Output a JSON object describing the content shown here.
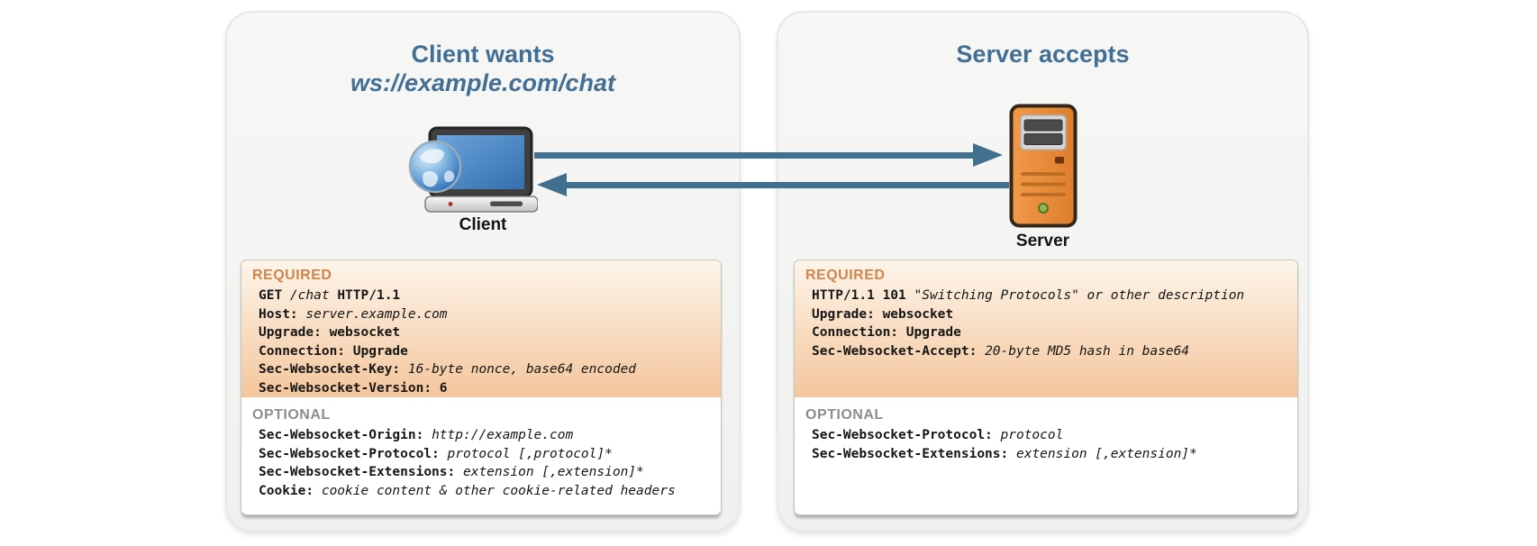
{
  "client_panel": {
    "title_line1": "Client wants",
    "title_line2": "ws://example.com/chat",
    "icon_label": "Client",
    "headers_box": {
      "required_label": "REQUIRED",
      "required_lines": [
        [
          [
            "GET ",
            "b"
          ],
          [
            "/chat ",
            "i"
          ],
          [
            "HTTP/1.1",
            "b"
          ]
        ],
        [
          [
            "Host: ",
            "b"
          ],
          [
            "server.example.com",
            "i"
          ]
        ],
        [
          [
            "Upgrade: websocket",
            "b"
          ]
        ],
        [
          [
            "Connection: Upgrade",
            "b"
          ]
        ],
        [
          [
            "Sec-Websocket-Key: ",
            "b"
          ],
          [
            "16-byte nonce, base64 encoded",
            "i"
          ]
        ],
        [
          [
            "Sec-Websocket-Version: 6",
            "b"
          ]
        ]
      ],
      "optional_label": "OPTIONAL",
      "optional_lines": [
        [
          [
            "Sec-Websocket-Origin: ",
            "b"
          ],
          [
            "http://example.com",
            "i"
          ]
        ],
        [
          [
            "Sec-Websocket-Protocol: ",
            "b"
          ],
          [
            "protocol [,protocol]*",
            "i"
          ]
        ],
        [
          [
            "Sec-Websocket-Extensions: ",
            "b"
          ],
          [
            "extension [,extension]*",
            "i"
          ]
        ],
        [
          [
            "Cookie: ",
            "b"
          ],
          [
            "cookie content & other cookie-related headers",
            "i"
          ]
        ]
      ]
    }
  },
  "server_panel": {
    "title": "Server accepts",
    "icon_label": "Server",
    "headers_box": {
      "required_label": "REQUIRED",
      "required_lines": [
        [
          [
            "HTTP/1.1 101 ",
            "b"
          ],
          [
            "\"Switching Protocols\" or other description",
            "i"
          ]
        ],
        [
          [
            "Upgrade: websocket",
            "b"
          ]
        ],
        [
          [
            "Connection: Upgrade",
            "b"
          ]
        ],
        [
          [
            "Sec-Websocket-Accept: ",
            "b"
          ],
          [
            "20-byte MD5 hash in base64",
            "i"
          ]
        ]
      ],
      "optional_label": "OPTIONAL",
      "optional_lines": [
        [
          [
            "Sec-Websocket-Protocol: ",
            "b"
          ],
          [
            "protocol",
            "i"
          ]
        ],
        [
          [
            "Sec-Websocket-Extensions: ",
            "b"
          ],
          [
            "extension [,extension]*",
            "i"
          ]
        ]
      ]
    }
  },
  "arrows": {
    "request": {
      "from": "Client",
      "to": "Server"
    },
    "response": {
      "from": "Server",
      "to": "Client"
    }
  },
  "colors": {
    "title_blue": "#426f93",
    "arrow_blue": "#41708f",
    "required_orange": "#d0854e",
    "optional_gray": "#8d8d8d",
    "required_bg_top": "#fdf5ea",
    "required_bg_bottom": "#f4c69c",
    "server_body_orange": "#e68b38",
    "client_screen_blue": "#4a87c6"
  }
}
